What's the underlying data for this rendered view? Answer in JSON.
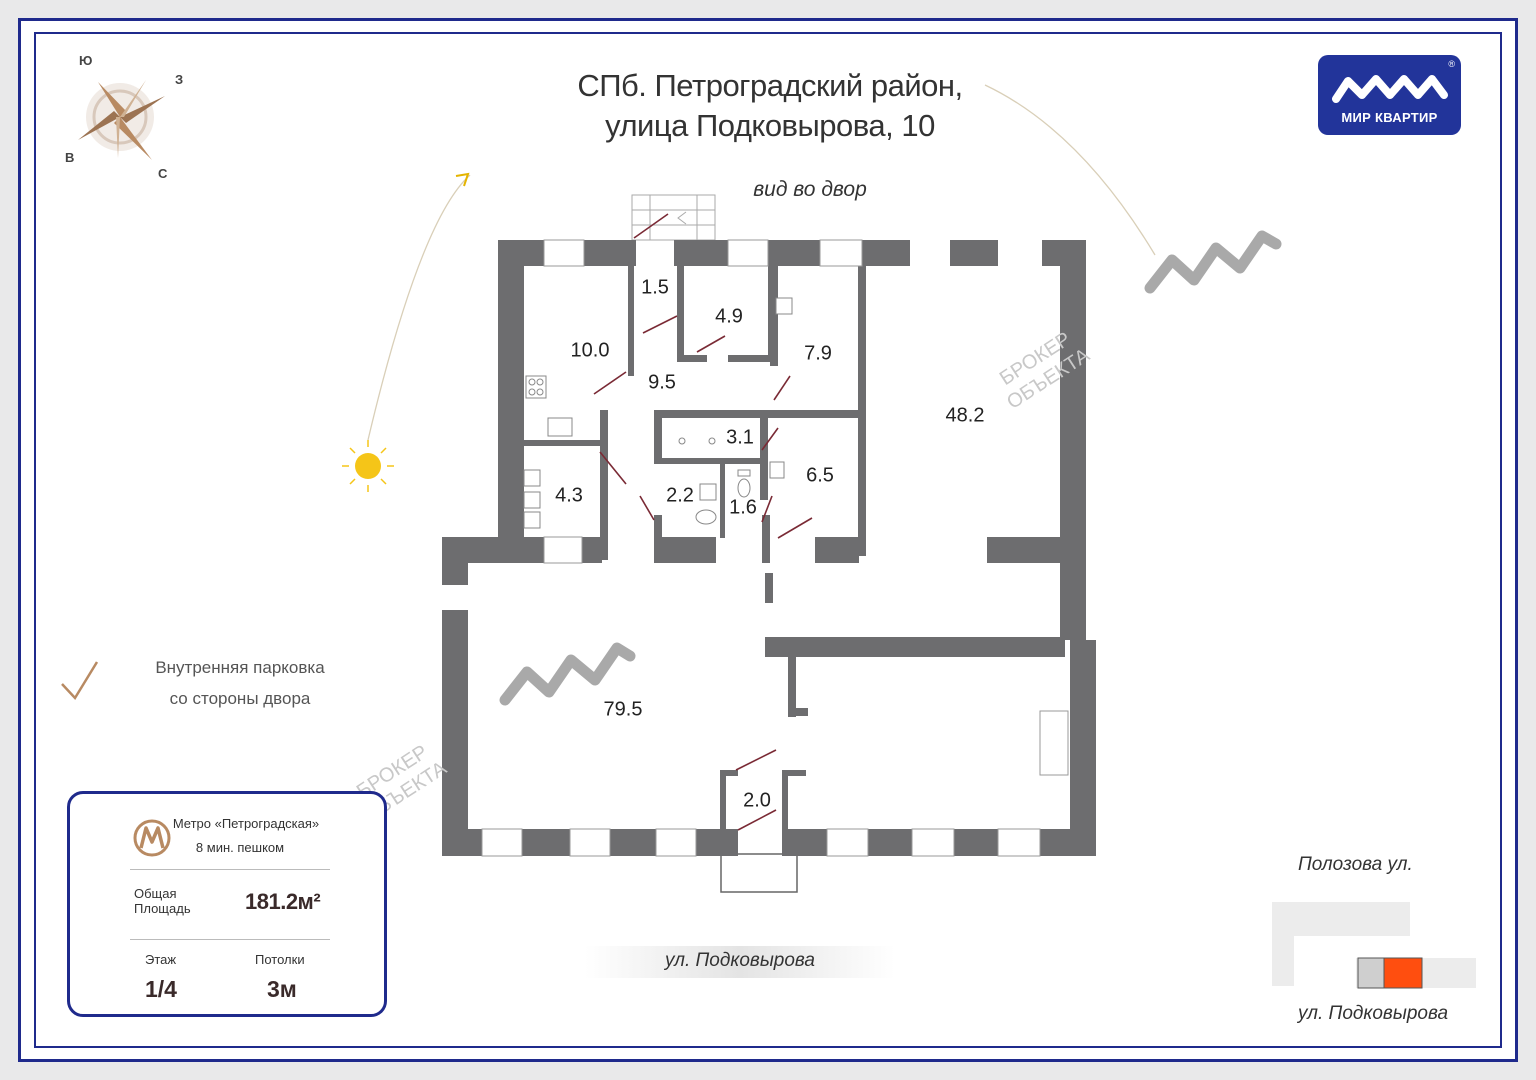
{
  "title": {
    "line1": "СПб. Петроградский район,",
    "line2": "улица Подковырова, 10"
  },
  "view_label": "вид во двор",
  "logo": {
    "text": "МИР КВАРТИР",
    "mark": "®"
  },
  "compass": {
    "south": "Ю",
    "west": "З",
    "east": "В",
    "north": "С"
  },
  "watermark": {
    "line1": "БРОКЕР",
    "line2": "ОБЪЕКТА"
  },
  "rooms": [
    {
      "id": "r1",
      "area": "1.5"
    },
    {
      "id": "r2",
      "area": "4.9"
    },
    {
      "id": "r3",
      "area": "10.0"
    },
    {
      "id": "r4",
      "area": "7.9"
    },
    {
      "id": "r5",
      "area": "9.5"
    },
    {
      "id": "r6",
      "area": "48.2"
    },
    {
      "id": "r7",
      "area": "3.1"
    },
    {
      "id": "r8",
      "area": "4.3"
    },
    {
      "id": "r9",
      "area": "6.5"
    },
    {
      "id": "r10",
      "area": "2.2"
    },
    {
      "id": "r11",
      "area": "1.6"
    },
    {
      "id": "r12",
      "area": "79.5"
    },
    {
      "id": "r13",
      "area": "2.0"
    }
  ],
  "parking": {
    "line1": "Внутренняя парковка",
    "line2": "со стороны двора"
  },
  "info": {
    "metro_name": "Метро «Петроградская»",
    "metro_walk": "8 мин. пешком",
    "area_label_1": "Общая",
    "area_label_2": "Площадь",
    "area_value": "181.2м²",
    "floor_label": "Этаж",
    "floor_value": "1/4",
    "ceiling_label": "Потолки",
    "ceiling_value": "3м"
  },
  "streets": {
    "bottom": "ул. Подковырова",
    "map_top": "Полозова ул.",
    "map_bottom": "ул. Подковырова"
  },
  "colors": {
    "frame": "#1f2a8c",
    "wall": "#6d6d6f",
    "accent_bronze": "#b88a62",
    "sun": "#f5c518",
    "location": "#ff4e0f"
  }
}
